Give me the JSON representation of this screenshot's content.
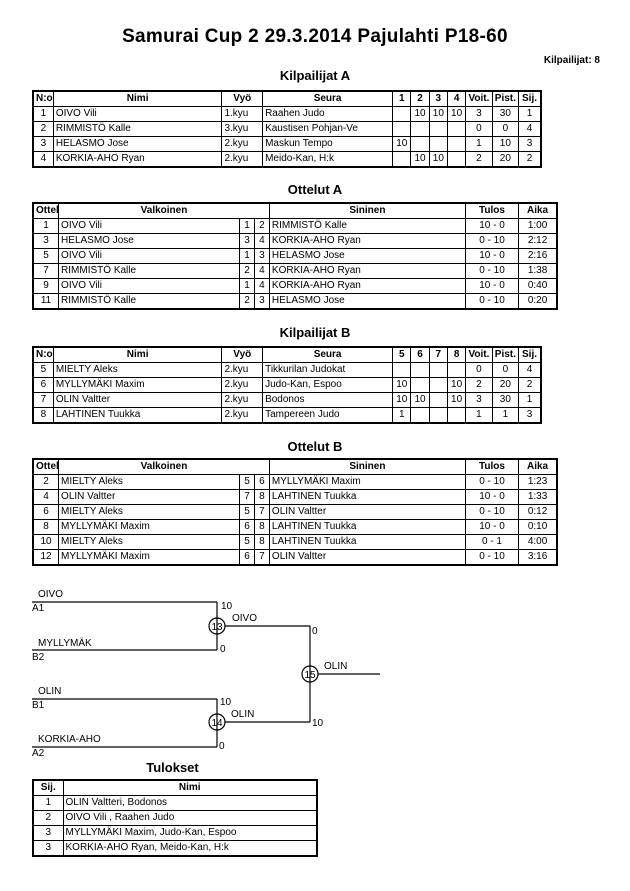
{
  "title": "Samurai Cup 2  29.3.2014  Pajulahti   P18-60",
  "competitor_count": "Kilpailijat: 8",
  "competitors_a": {
    "heading": "Kilpailijat A",
    "headers": [
      "N:o",
      "Nimi",
      "Vyö",
      "Seura",
      "1",
      "2",
      "3",
      "4",
      "Voit.",
      "Pist.",
      "Sij."
    ],
    "rows": [
      [
        "1",
        "OIVO Vili",
        "1.kyu",
        "Raahen Judo",
        "",
        "10",
        "10",
        "10",
        "3",
        "30",
        "1"
      ],
      [
        "2",
        "RIMMISTÖ Kalle",
        "3.kyu",
        "Kaustisen Pohjan-Ve",
        "",
        "",
        "",
        "",
        "0",
        "0",
        "4"
      ],
      [
        "3",
        "HELASMO Jose",
        "2.kyu",
        "Maskun Tempo",
        "10",
        "",
        "",
        "",
        "1",
        "10",
        "3"
      ],
      [
        "4",
        "KORKIA-AHO Ryan",
        "2.kyu",
        "Meido-Kan, H:k",
        "",
        "10",
        "10",
        "",
        "2",
        "20",
        "2"
      ]
    ]
  },
  "matches_a": {
    "heading": "Ottelut A",
    "headers": [
      "Ottelu",
      "Valkoinen",
      "Sininen",
      "Tulos",
      "Aika"
    ],
    "rows": [
      [
        "1",
        "OIVO Vili",
        "1",
        "2",
        "RIMMISTÖ Kalle",
        "10 - 0",
        "1:00"
      ],
      [
        "3",
        "HELASMO Jose",
        "3",
        "4",
        "KORKIA-AHO Ryan",
        "0 - 10",
        "2:12"
      ],
      [
        "5",
        "OIVO Vili",
        "1",
        "3",
        "HELASMO Jose",
        "10 - 0",
        "2:16"
      ],
      [
        "7",
        "RIMMISTÖ Kalle",
        "2",
        "4",
        "KORKIA-AHO Ryan",
        "0 - 10",
        "1:38"
      ],
      [
        "9",
        "OIVO Vili",
        "1",
        "4",
        "KORKIA-AHO Ryan",
        "10 - 0",
        "0:40"
      ],
      [
        "11",
        "RIMMISTÖ Kalle",
        "2",
        "3",
        "HELASMO Jose",
        "0 - 10",
        "0:20"
      ]
    ]
  },
  "competitors_b": {
    "heading": "Kilpailijat B",
    "headers": [
      "N:o",
      "Nimi",
      "Vyö",
      "Seura",
      "5",
      "6",
      "7",
      "8",
      "Voit.",
      "Pist.",
      "Sij."
    ],
    "rows": [
      [
        "5",
        "MIELTY Aleks",
        "2.kyu",
        "Tikkurilan Judokat",
        "",
        "",
        "",
        "",
        "0",
        "0",
        "4"
      ],
      [
        "6",
        "MYLLYMÄKI Maxim",
        "2.kyu",
        "Judo-Kan, Espoo",
        "10",
        "",
        "",
        "10",
        "2",
        "20",
        "2"
      ],
      [
        "7",
        "OLIN Valtter",
        "2.kyu",
        "Bodonos",
        "10",
        "10",
        "",
        "10",
        "3",
        "30",
        "1"
      ],
      [
        "8",
        "LAHTINEN Tuukka",
        "2.kyu",
        "Tampereen Judo",
        "1",
        "",
        "",
        "",
        "1",
        "1",
        "3"
      ]
    ]
  },
  "matches_b": {
    "heading": "Ottelut B",
    "headers": [
      "Ottelu",
      "Valkoinen",
      "Sininen",
      "Tulos",
      "Aika"
    ],
    "rows": [
      [
        "2",
        "MIELTY Aleks",
        "5",
        "6",
        "MYLLYMÄKI Maxim",
        "0 - 10",
        "1:23"
      ],
      [
        "4",
        "OLIN Valtter",
        "7",
        "8",
        "LAHTINEN Tuukka",
        "10 - 0",
        "1:33"
      ],
      [
        "6",
        "MIELTY Aleks",
        "5",
        "7",
        "OLIN Valtter",
        "0 - 10",
        "0:12"
      ],
      [
        "8",
        "MYLLYMÄKI Maxim",
        "6",
        "8",
        "LAHTINEN Tuukka",
        "10 - 0",
        "0:10"
      ],
      [
        "10",
        "MIELTY Aleks",
        "5",
        "8",
        "LAHTINEN Tuukka",
        "0 - 1",
        "4:00"
      ],
      [
        "12",
        "MYLLYMÄKI Maxim",
        "6",
        "7",
        "OLIN Valtter",
        "0 - 10",
        "3:16"
      ]
    ]
  },
  "bracket": {
    "semi1": {
      "top_name": "OIVO",
      "top_seed": "A1",
      "top_score": "10",
      "bottom_name": "MYLLYMÄK",
      "bottom_seed": "B2",
      "bottom_score": "0",
      "match_no": "13",
      "winner": "OIVO",
      "winner_score": "0"
    },
    "semi2": {
      "top_name": "OLIN",
      "top_seed": "B1",
      "top_score": "10",
      "bottom_name": "KORKIA-AHO",
      "bottom_seed": "A2",
      "bottom_score": "0",
      "match_no": "14",
      "winner": "OLIN",
      "winner_score": "10"
    },
    "final": {
      "match_no": "15",
      "winner": "OLIN"
    }
  },
  "results": {
    "heading": "Tulokset",
    "headers": [
      "Sij.",
      "Nimi"
    ],
    "rows": [
      [
        "1",
        "OLIN Valtteri, Bodonos"
      ],
      [
        "2",
        "OIVO Vili , Raahen Judo"
      ],
      [
        "3",
        "MYLLYMÄKI Maxim, Judo-Kan, Espoo"
      ],
      [
        "3",
        "KORKIA-AHO Ryan, Meido-Kan, H:k"
      ]
    ]
  }
}
